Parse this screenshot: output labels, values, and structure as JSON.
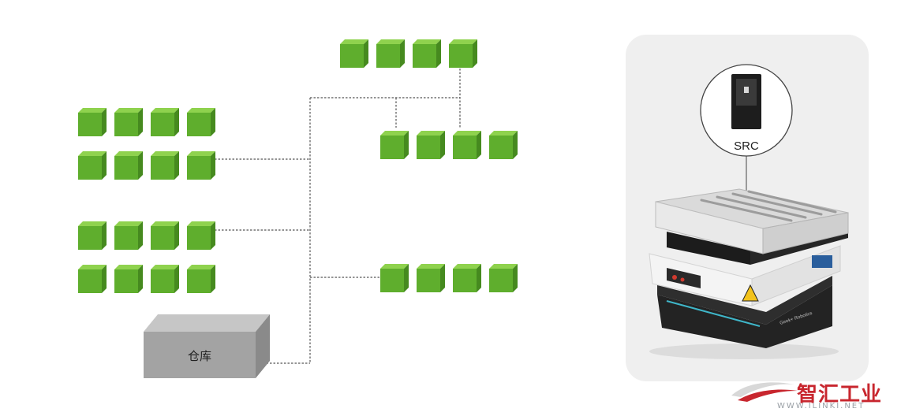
{
  "warehouse": {
    "label": "仓库"
  },
  "src_callout": {
    "label": "SRC"
  },
  "watermark": {
    "brand": "智汇工业",
    "url": "WWW.ILINKI.NET"
  },
  "robot": {
    "brand_text": "Geek+ Robotics"
  },
  "colors": {
    "cube_front": "#5fae2d",
    "cube_top": "#8fd24e",
    "cube_side": "#468a1f",
    "warehouse_front": "#a3a3a3",
    "warehouse_top": "#c6c6c6",
    "warehouse_side": "#8a8a8a",
    "connector": "#555555"
  },
  "shelf_groups": [
    {
      "id": "left-row-1",
      "count": 4
    },
    {
      "id": "left-row-2",
      "count": 4
    },
    {
      "id": "left-row-3",
      "count": 4
    },
    {
      "id": "left-row-4",
      "count": 4
    },
    {
      "id": "right-top",
      "count": 4
    },
    {
      "id": "right-middle",
      "count": 4
    },
    {
      "id": "right-bottom",
      "count": 4
    }
  ]
}
